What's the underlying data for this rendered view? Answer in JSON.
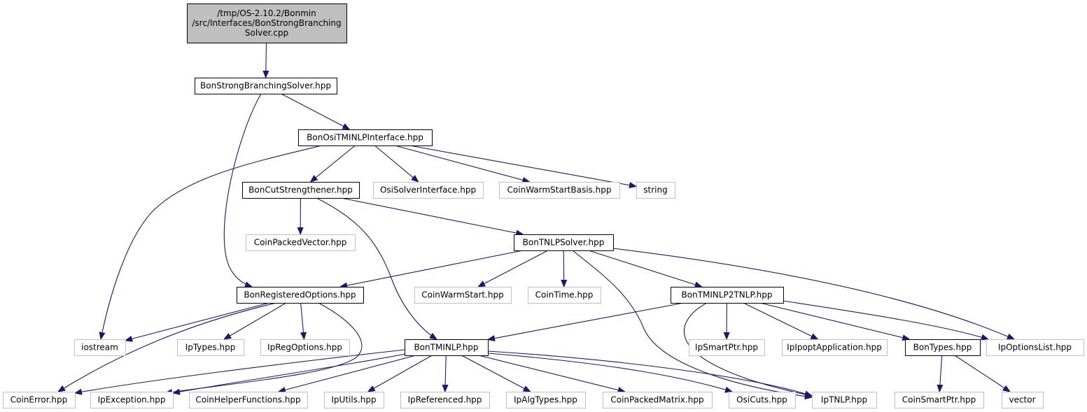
{
  "colors": {
    "edge": "#191970",
    "root_fill": "#bfbfbf",
    "node_fill": "#ffffff",
    "node_border": "#000000",
    "external_border": "#bfbfbf",
    "external_text": "#555555",
    "text": "#000000"
  },
  "nodes": [
    {
      "id": "root",
      "lines": [
        "/tmp/OS-2.10.2/Bonmin",
        "/src/Interfaces/BonStrongBranching",
        "Solver.cpp"
      ],
      "kind": "root"
    },
    {
      "id": "sbs",
      "lines": [
        "BonStrongBranchingSolver.hpp"
      ],
      "kind": "local"
    },
    {
      "id": "osi",
      "lines": [
        "BonOsiTMINLPInterface.hpp"
      ],
      "kind": "local"
    },
    {
      "id": "cut",
      "lines": [
        "BonCutStrengthener.hpp"
      ],
      "kind": "local"
    },
    {
      "id": "osisolver",
      "lines": [
        "OsiSolverInterface.hpp"
      ],
      "kind": "external"
    },
    {
      "id": "warmbasis",
      "lines": [
        "CoinWarmStartBasis.hpp"
      ],
      "kind": "external"
    },
    {
      "id": "string",
      "lines": [
        "string"
      ],
      "kind": "external"
    },
    {
      "id": "packedvec",
      "lines": [
        "CoinPackedVector.hpp"
      ],
      "kind": "external"
    },
    {
      "id": "tnlpsolver",
      "lines": [
        "BonTNLPSolver.hpp"
      ],
      "kind": "local"
    },
    {
      "id": "regopts",
      "lines": [
        "BonRegisteredOptions.hpp"
      ],
      "kind": "local"
    },
    {
      "id": "warmstart",
      "lines": [
        "CoinWarmStart.hpp"
      ],
      "kind": "external"
    },
    {
      "id": "cointime",
      "lines": [
        "CoinTime.hpp"
      ],
      "kind": "external"
    },
    {
      "id": "tminlp2tnlp",
      "lines": [
        "BonTMINLP2TNLP.hpp"
      ],
      "kind": "local"
    },
    {
      "id": "iostream",
      "lines": [
        "iostream"
      ],
      "kind": "external"
    },
    {
      "id": "iptypes",
      "lines": [
        "IpTypes.hpp"
      ],
      "kind": "external"
    },
    {
      "id": "ipregopts",
      "lines": [
        "IpRegOptions.hpp"
      ],
      "kind": "external"
    },
    {
      "id": "tminlp",
      "lines": [
        "BonTMINLP.hpp"
      ],
      "kind": "local"
    },
    {
      "id": "smartptr",
      "lines": [
        "IpSmartPtr.hpp"
      ],
      "kind": "external"
    },
    {
      "id": "ipoptapp",
      "lines": [
        "IpIpoptApplication.hpp"
      ],
      "kind": "external"
    },
    {
      "id": "bontypes",
      "lines": [
        "BonTypes.hpp"
      ],
      "kind": "local"
    },
    {
      "id": "optlist",
      "lines": [
        "IpOptionsList.hpp"
      ],
      "kind": "external"
    },
    {
      "id": "coinerror",
      "lines": [
        "CoinError.hpp"
      ],
      "kind": "external"
    },
    {
      "id": "ipexception",
      "lines": [
        "IpException.hpp"
      ],
      "kind": "external"
    },
    {
      "id": "helperfuncs",
      "lines": [
        "CoinHelperFunctions.hpp"
      ],
      "kind": "external"
    },
    {
      "id": "iputils",
      "lines": [
        "IpUtils.hpp"
      ],
      "kind": "external"
    },
    {
      "id": "ipreferenced",
      "lines": [
        "IpReferenced.hpp"
      ],
      "kind": "external"
    },
    {
      "id": "ipalgtypes",
      "lines": [
        "IpAlgTypes.hpp"
      ],
      "kind": "external"
    },
    {
      "id": "packedmatrix",
      "lines": [
        "CoinPackedMatrix.hpp"
      ],
      "kind": "external"
    },
    {
      "id": "osicuts",
      "lines": [
        "OsiCuts.hpp"
      ],
      "kind": "external"
    },
    {
      "id": "iptnlp",
      "lines": [
        "IpTNLP.hpp"
      ],
      "kind": "external"
    },
    {
      "id": "coinsmartptr",
      "lines": [
        "CoinSmartPtr.hpp"
      ],
      "kind": "external"
    },
    {
      "id": "vector",
      "lines": [
        "vector"
      ],
      "kind": "external"
    }
  ],
  "edges": [
    [
      "root",
      "sbs"
    ],
    [
      "sbs",
      "osi"
    ],
    [
      "sbs",
      "regopts"
    ],
    [
      "osi",
      "cut"
    ],
    [
      "osi",
      "osisolver"
    ],
    [
      "osi",
      "warmbasis"
    ],
    [
      "osi",
      "string"
    ],
    [
      "osi",
      "iostream"
    ],
    [
      "cut",
      "packedvec"
    ],
    [
      "cut",
      "tnlpsolver"
    ],
    [
      "cut",
      "tminlp"
    ],
    [
      "tnlpsolver",
      "regopts"
    ],
    [
      "tnlpsolver",
      "warmstart"
    ],
    [
      "tnlpsolver",
      "cointime"
    ],
    [
      "tnlpsolver",
      "tminlp2tnlp"
    ],
    [
      "tnlpsolver",
      "optlist"
    ],
    [
      "tnlpsolver",
      "iptnlp"
    ],
    [
      "regopts",
      "iostream"
    ],
    [
      "regopts",
      "iptypes"
    ],
    [
      "regopts",
      "ipregopts"
    ],
    [
      "regopts",
      "coinerror"
    ],
    [
      "regopts",
      "ipexception"
    ],
    [
      "tminlp2tnlp",
      "tminlp"
    ],
    [
      "tminlp2tnlp",
      "smartptr"
    ],
    [
      "tminlp2tnlp",
      "ipoptapp"
    ],
    [
      "tminlp2tnlp",
      "bontypes"
    ],
    [
      "tminlp2tnlp",
      "optlist"
    ],
    [
      "tminlp2tnlp",
      "iptnlp"
    ],
    [
      "tminlp",
      "coinerror"
    ],
    [
      "tminlp",
      "ipexception"
    ],
    [
      "tminlp",
      "helperfuncs"
    ],
    [
      "tminlp",
      "iputils"
    ],
    [
      "tminlp",
      "ipreferenced"
    ],
    [
      "tminlp",
      "ipalgtypes"
    ],
    [
      "tminlp",
      "packedmatrix"
    ],
    [
      "tminlp",
      "osicuts"
    ],
    [
      "tminlp",
      "iptnlp"
    ],
    [
      "bontypes",
      "coinsmartptr"
    ],
    [
      "bontypes",
      "vector"
    ]
  ]
}
